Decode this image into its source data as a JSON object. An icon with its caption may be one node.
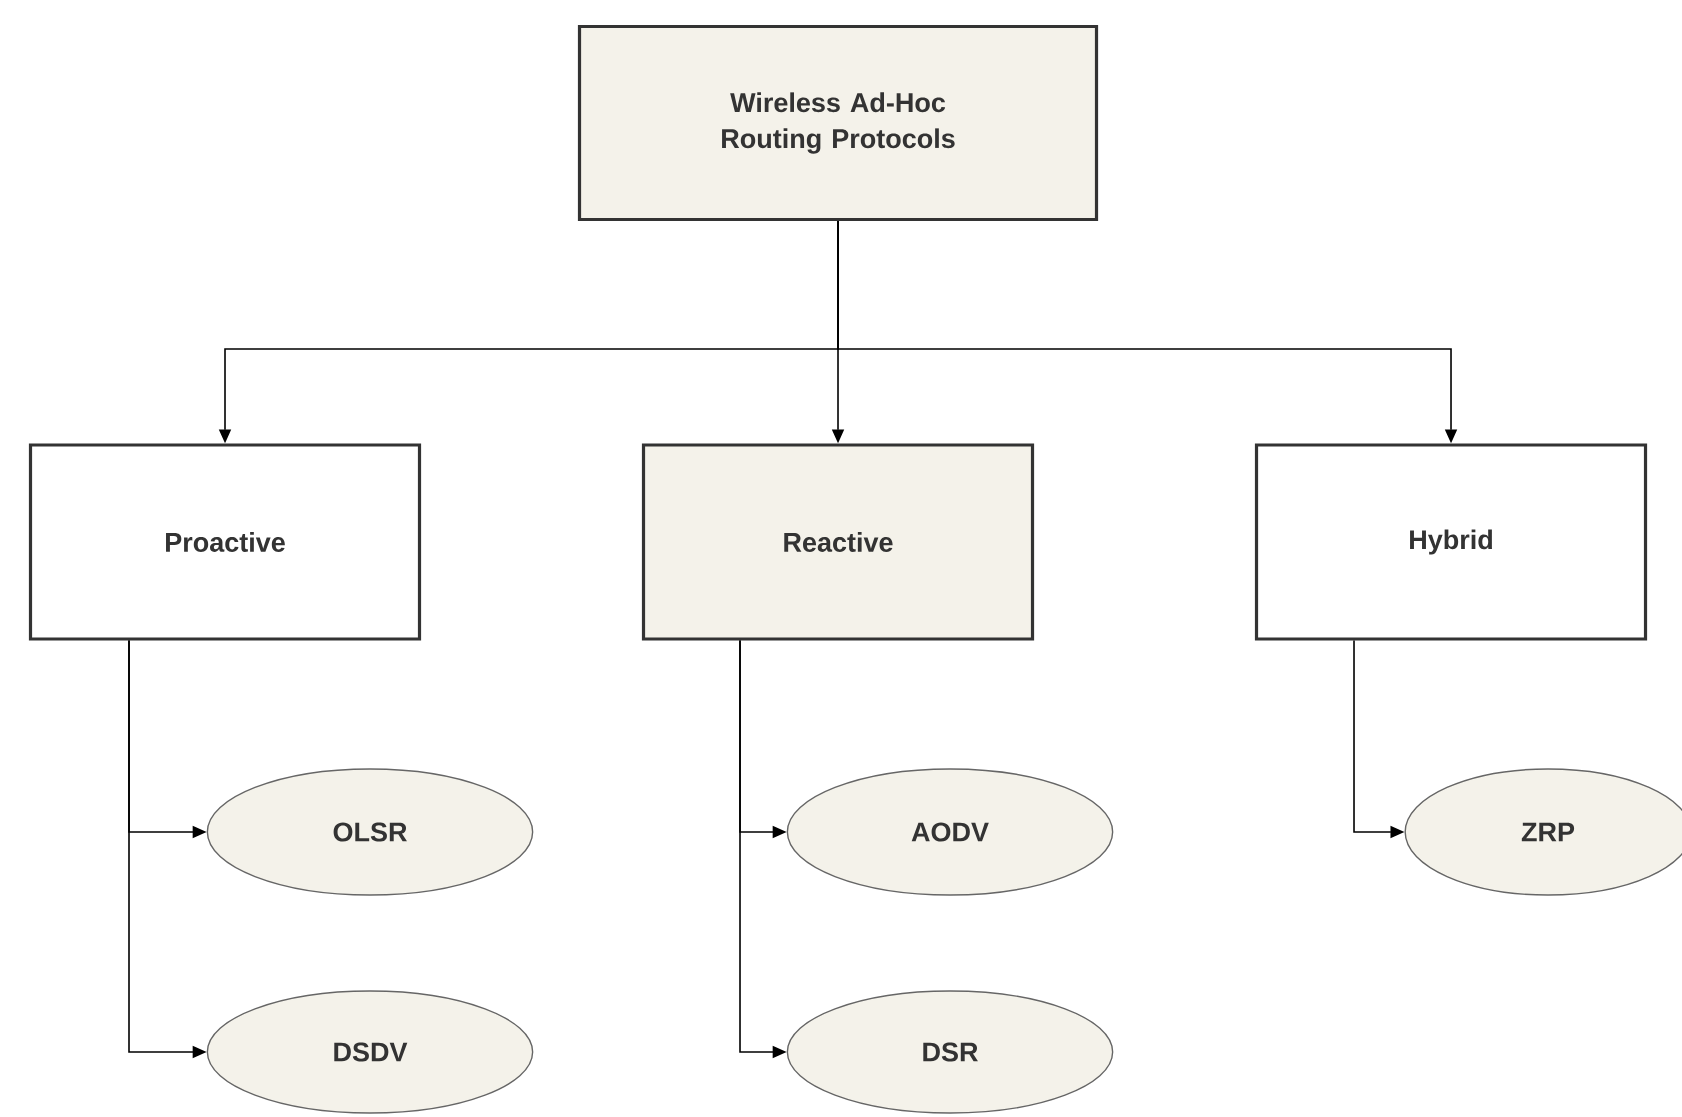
{
  "diagram": {
    "nodes": [
      {
        "text": [
          "Wireless Ad-Hoc Routing Protocols"
        ]
      },
      {
        "text": [
          "Proactive"
        ]
      },
      {
        "text": [
          "Reactive"
        ]
      },
      {
        "text": [
          "Hybrid"
        ]
      },
      {
        "text": [
          "OLSR"
        ]
      },
      {
        "text": [
          "DSDV"
        ]
      },
      {
        "text": [
          "AODV"
        ]
      },
      {
        "text": [
          "DSR"
        ]
      },
      {
        "text": [
          "ZRP"
        ]
      }
    ],
    "edges": [
      {
        "from": 0,
        "to": 1,
        "arrow": "to"
      },
      {
        "from": 0,
        "to": 2,
        "arrow": "to"
      },
      {
        "from": 0,
        "to": 3,
        "arrow": "to"
      },
      {
        "from": 1,
        "to": 4,
        "arrow": "to"
      },
      {
        "from": 1,
        "to": 5,
        "arrow": "to"
      },
      {
        "from": 2,
        "to": 6,
        "arrow": "to"
      },
      {
        "from": 2,
        "to": 7,
        "arrow": "to"
      },
      {
        "from": 3,
        "to": 8,
        "arrow": "to"
      }
    ]
  }
}
